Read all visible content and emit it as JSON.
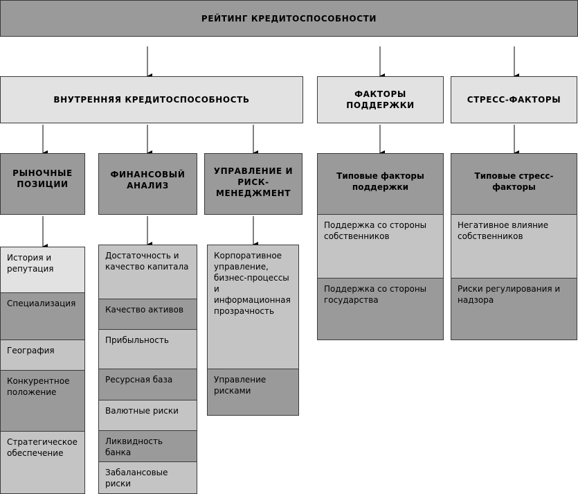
{
  "title": "РЕЙТИНГ КРЕДИТОСПОСОБНОСТИ",
  "level1": {
    "internal": "ВНУТРЕННЯЯ КРЕДИТОСПОСОБНОСТЬ",
    "support": "ФАКТОРЫ ПОДДЕРЖКИ",
    "stress": "СТРЕСС-ФАКТОРЫ"
  },
  "level2": {
    "market": "РЫНОЧНЫЕ ПОЗИЦИИ",
    "financial": "ФИНАНСОВЫЙ АНАЛИЗ",
    "management": "УПРАВЛЕНИЕ И РИСК-МЕНЕДЖМЕНТ",
    "support_types": "Типовые факторы поддержки",
    "stress_types": "Типовые стресс-факторы"
  },
  "market_items": [
    "История и репутация",
    "Специализация",
    "География",
    "Конкурентное положение",
    "Стратегическое обеспечение"
  ],
  "financial_items": [
    "Достаточность и качество капитала",
    "Качество активов",
    "Прибыльность",
    "Ресурсная база",
    "Валютные риски",
    "Ликвидность банка",
    "Забалансовые риски"
  ],
  "management_items": [
    "Корпоративное управление, бизнес-процессы и информационная прозрачность",
    "Управление рисками"
  ],
  "support_items": [
    "Поддержка со стороны собственников",
    "Поддержка со стороны государства"
  ],
  "stress_items": [
    "Негативное влияние собственников",
    "Риски регулирования и надзора"
  ]
}
